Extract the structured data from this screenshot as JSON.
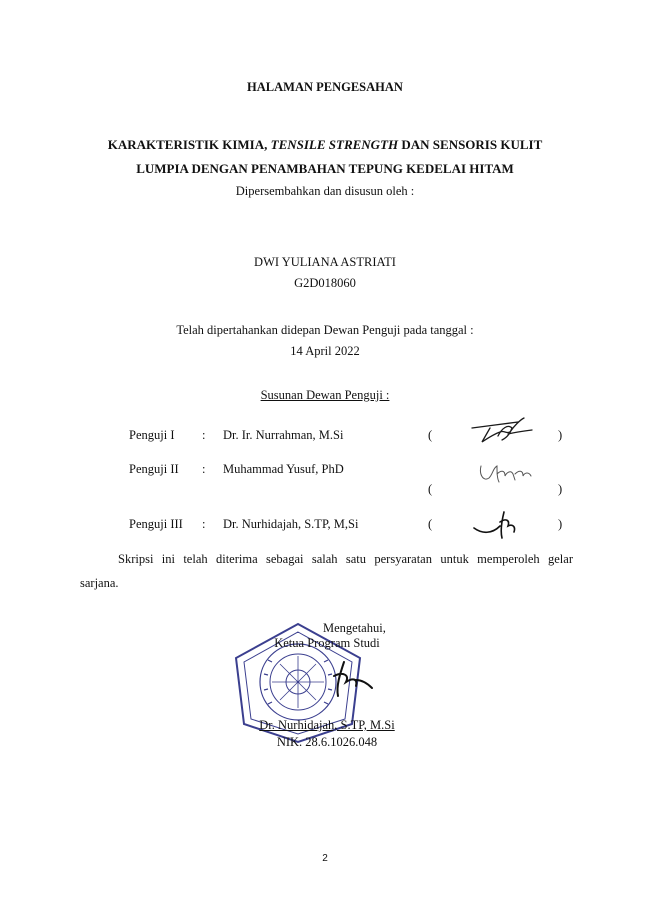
{
  "header": {
    "title": "HALAMAN PENGESAHAN"
  },
  "thesis": {
    "title_part1": "KARAKTERISTIK KIMIA, ",
    "title_italic": "TENSILE STRENGTH",
    "title_part2": " DAN SENSORIS KULIT",
    "title_line2": "LUMPIA DENGAN PENAMBAHAN TEPUNG KEDELAI HITAM",
    "presented_by": "Dipersembahkan dan disusun oleh :"
  },
  "author": {
    "name": "DWI YULIANA ASTRIATI",
    "nim": "G2D018060"
  },
  "defense": {
    "statement": "Telah dipertahankan didepan Dewan Penguji pada tanggal :",
    "date": "14 April 2022"
  },
  "board": {
    "heading": "Susunan Dewan Penguji :",
    "examiners": [
      {
        "role": "Penguji I",
        "colon": ":",
        "name": "Dr. Ir. Nurrahman, M.Si",
        "open": "(",
        "close": ")"
      },
      {
        "role": "Penguji II",
        "colon": ":",
        "name": "Muhammad Yusuf, PhD",
        "open": "(",
        "close": ")"
      },
      {
        "role": "Penguji III",
        "colon": ":",
        "name": "Dr. Nurhidajah, S.TP, M,Si",
        "open": "(",
        "close": ")"
      }
    ]
  },
  "acceptance": {
    "line1": "Skripsi ini telah diterima sebagai salah satu persyaratan untuk memperoleh gelar",
    "line2": "sarjana."
  },
  "approval": {
    "known": "Mengetahui,",
    "position": "Ketua Program Studi",
    "name": "Dr. Nurhidajah, S.TP, M.Si",
    "nik": "NIK. 28.6.1026.048"
  },
  "footer": {
    "page_number": "2"
  },
  "colors": {
    "text": "#111111",
    "stamp": "#3b3f8f",
    "ink": "#1a1a1a"
  }
}
